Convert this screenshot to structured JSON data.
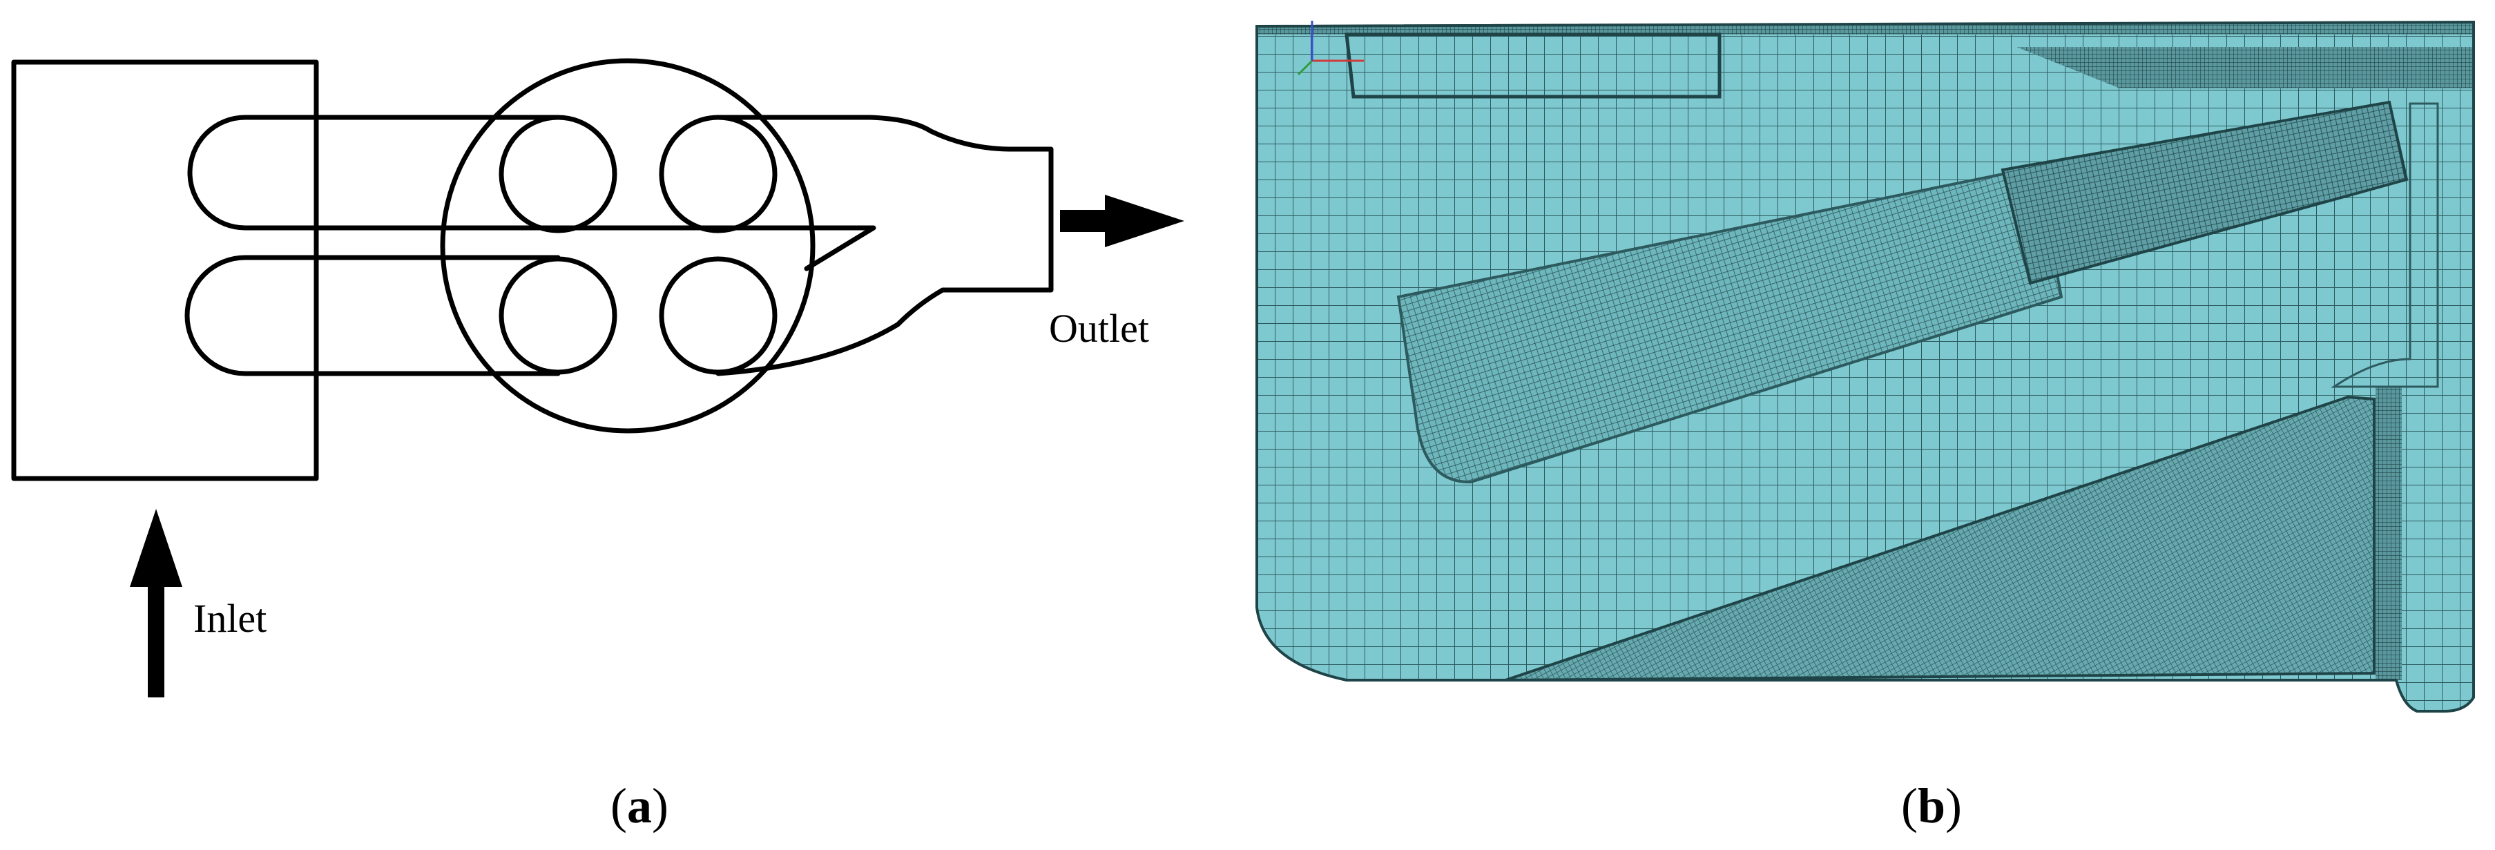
{
  "panel_a": {
    "inlet_label": "Inlet",
    "outlet_label": "Outlet",
    "caption_open": "(",
    "caption_letter": "a",
    "caption_close": ")"
  },
  "panel_b": {
    "caption_open": "(",
    "caption_letter": "b",
    "caption_close": ")"
  },
  "colors": {
    "mesh_fill": "#7ec9cf",
    "mesh_line": "#1f4448",
    "outline": "#000000"
  }
}
